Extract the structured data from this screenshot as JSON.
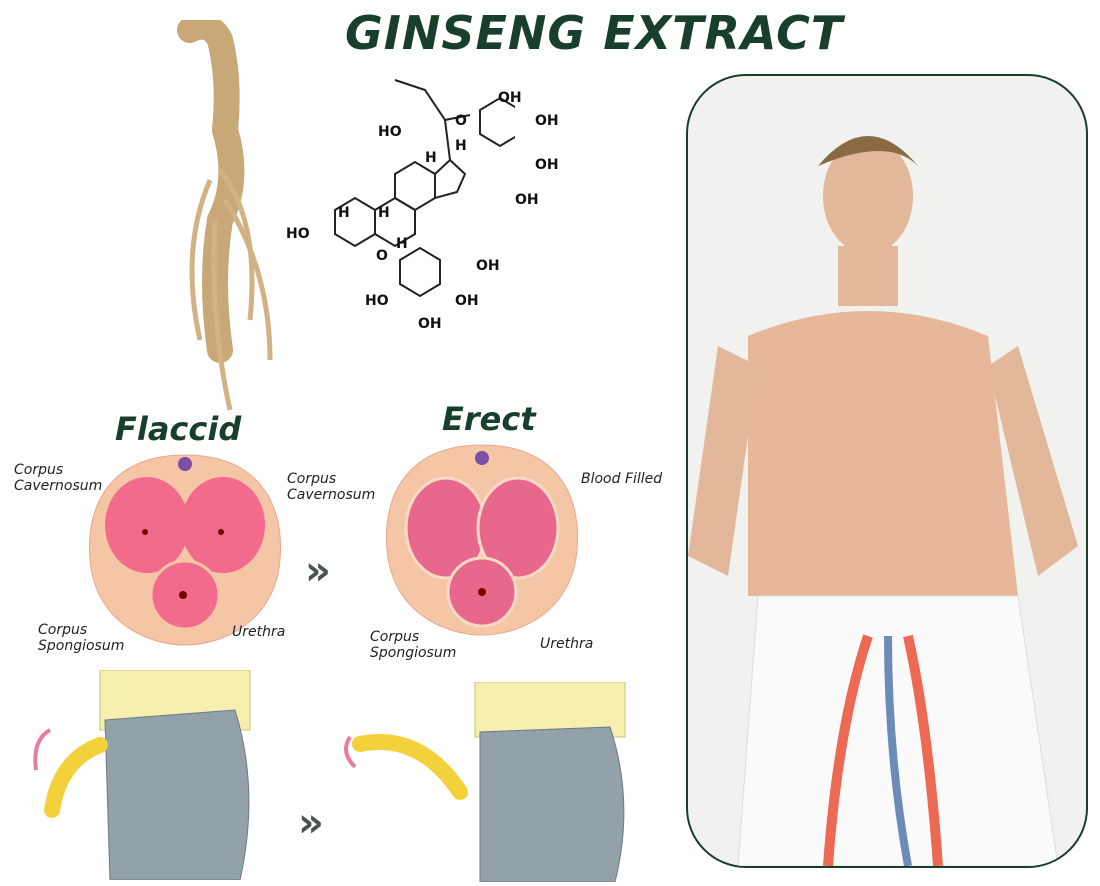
{
  "title": "GINSENG EXTRACT",
  "chemical_labels": {
    "oh": "OH",
    "ho": "HO",
    "h": "H",
    "o": "O"
  },
  "flaccid": {
    "heading": "Flaccid",
    "labels": {
      "corpus_cavernosum": "Corpus Cavernosum",
      "corpus_spongiosum": "Corpus Spongiosum",
      "urethra": "Urethra"
    }
  },
  "erect": {
    "heading": "Erect",
    "labels": {
      "corpus_cavernosum": "Corpus Cavernosum",
      "blood_filled": "Blood Filled",
      "corpus_spongiosum": "Corpus Spongiosum",
      "urethra": "Urethra"
    }
  },
  "arrow_glyph": "»",
  "colors": {
    "title": "#173f2c",
    "tissue_pink": "#f06a8c",
    "border_green": "#173f2c",
    "pants_gray": "#93a1ab"
  }
}
